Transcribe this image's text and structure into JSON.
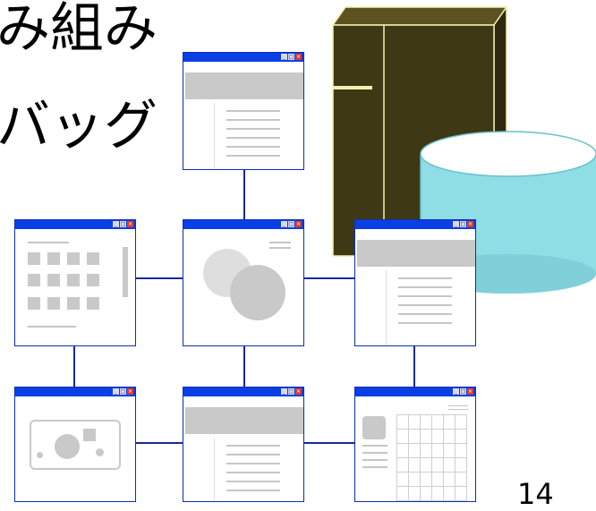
{
  "slide": {
    "line1": "み組み",
    "line2": "バッグ",
    "page_number": "14"
  },
  "window_buttons": {
    "minimize": "_",
    "maximize": "□",
    "close": "×"
  },
  "colors": {
    "titlebar": "#0b3fe6",
    "connector": "#1a2a9a",
    "server": "#3f3815",
    "server_accent": "#f2efb0",
    "database": "#8fdde5"
  },
  "icons": [
    "server-icon",
    "database-icon",
    "window-icon"
  ]
}
